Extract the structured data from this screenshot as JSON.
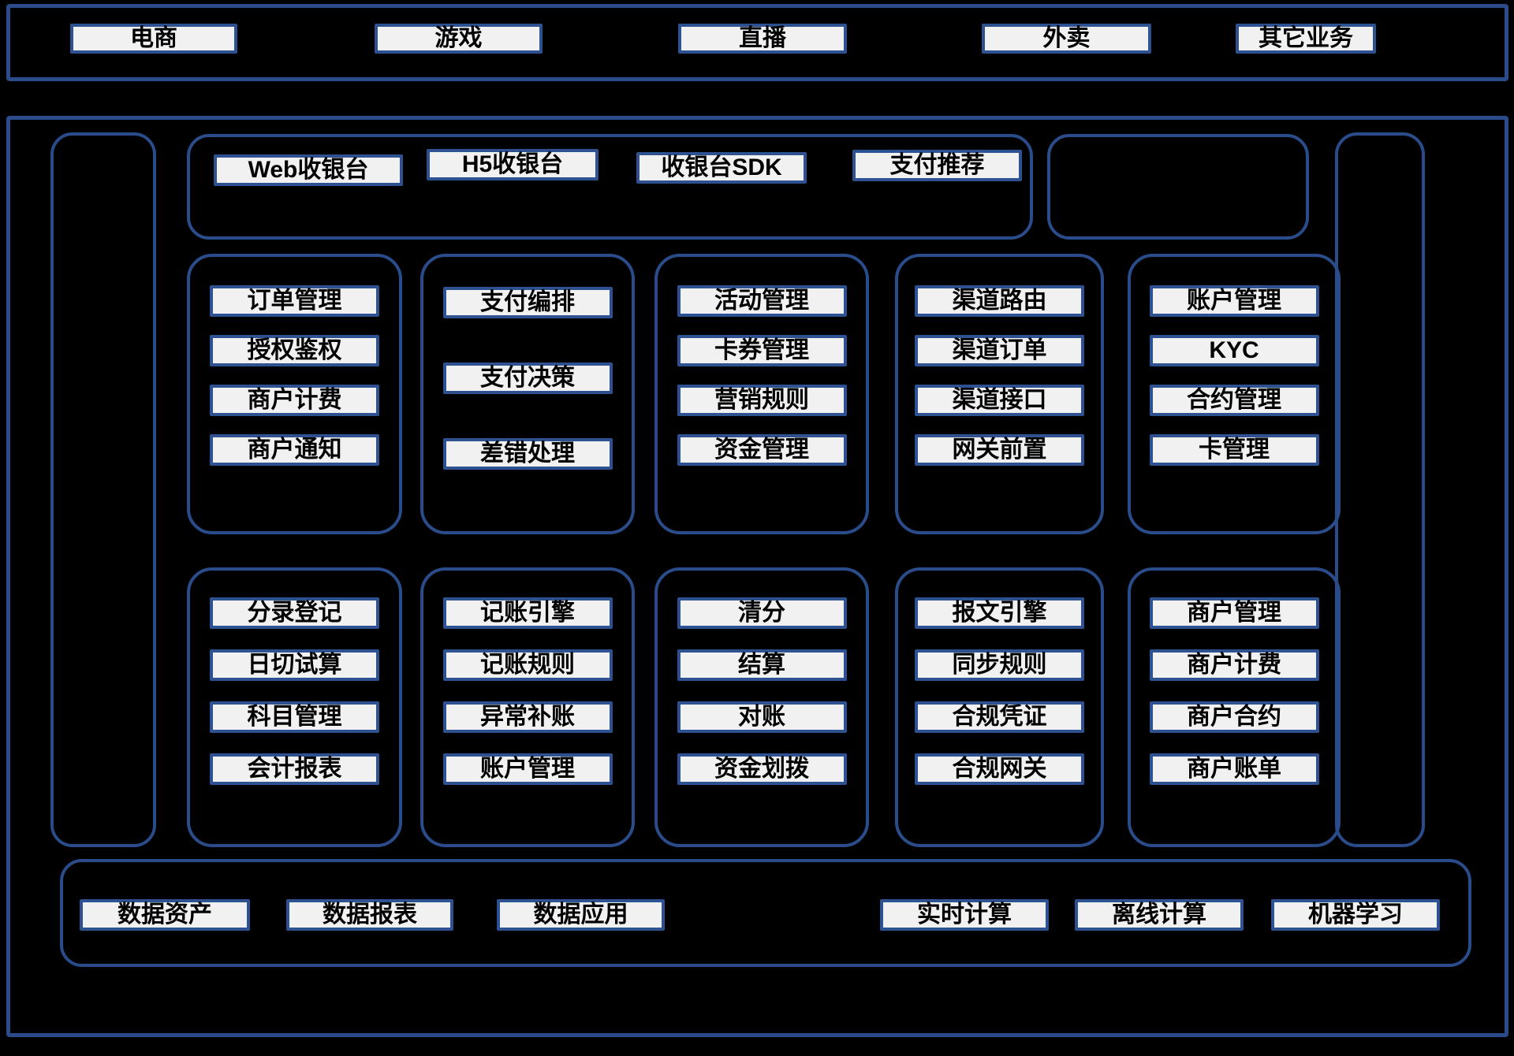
{
  "colors": {
    "background": "#000000",
    "container_border": "#2a4c8a",
    "chip_border": "#2e5291",
    "chip_fill": "#f1f1f1",
    "text": "#000000"
  },
  "business_bar": {
    "items": [
      "电商",
      "游戏",
      "直播",
      "外卖",
      "其它业务"
    ]
  },
  "access_row": {
    "items": [
      "Web收银台",
      "H5收银台",
      "收银台SDK",
      "支付推荐"
    ]
  },
  "groups_row1": [
    {
      "items": [
        "订单管理",
        "授权鉴权",
        "商户计费",
        "商户通知"
      ]
    },
    {
      "items": [
        "支付编排",
        "支付决策",
        "差错处理"
      ]
    },
    {
      "items": [
        "活动管理",
        "卡券管理",
        "营销规则",
        "资金管理"
      ]
    },
    {
      "items": [
        "渠道路由",
        "渠道订单",
        "渠道接口",
        "网关前置"
      ]
    },
    {
      "items": [
        "账户管理",
        "KYC",
        "合约管理",
        "卡管理"
      ]
    }
  ],
  "groups_row2": [
    {
      "items": [
        "分录登记",
        "日切试算",
        "科目管理",
        "会计报表"
      ]
    },
    {
      "items": [
        "记账引擎",
        "记账规则",
        "异常补账",
        "账户管理"
      ]
    },
    {
      "items": [
        "清分",
        "结算",
        "对账",
        "资金划拨"
      ]
    },
    {
      "items": [
        "报文引擎",
        "同步规则",
        "合规凭证",
        "合规网关"
      ]
    },
    {
      "items": [
        "商户管理",
        "商户计费",
        "商户合约",
        "商户账单"
      ]
    }
  ],
  "data_bar": {
    "left_items": [
      "数据资产",
      "数据报表",
      "数据应用"
    ],
    "right_items": [
      "实时计算",
      "离线计算",
      "机器学习"
    ]
  }
}
